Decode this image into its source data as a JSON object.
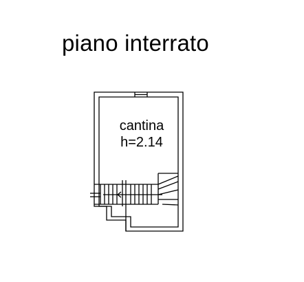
{
  "plan": {
    "title": "piano interrato",
    "room": {
      "name": "cantina",
      "height": "h=2.14"
    }
  }
}
